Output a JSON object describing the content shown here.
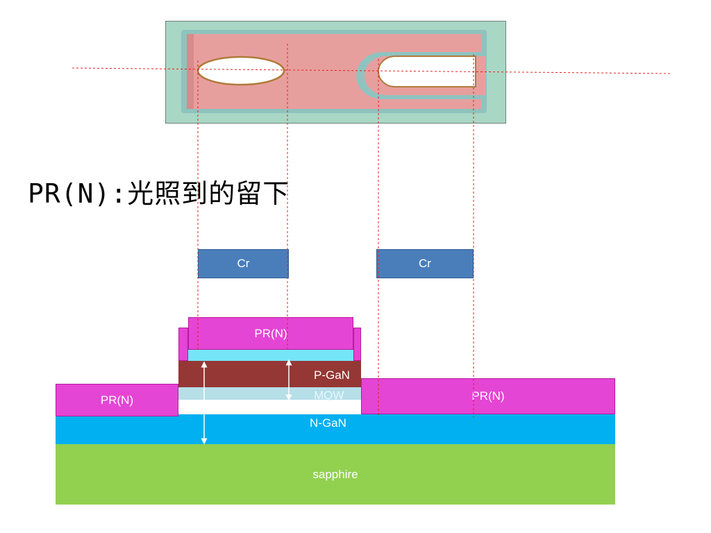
{
  "heading": "PR(N):光照到的留下",
  "masks": [
    {
      "label": "Cr"
    },
    {
      "label": "Cr"
    }
  ],
  "layers": {
    "pr_top": "PR(N)",
    "pr_left": "PR(N)",
    "pr_right": "PR(N)",
    "p_gan": "P-GaN",
    "mqw": "MQW",
    "n_gan": "N-GaN",
    "sapphire": "sapphire"
  },
  "colors": {
    "photoresist": "#e545d4",
    "cr_mask": "#4a7ebb",
    "p_gan": "#953735",
    "mqw": "#b6dfe8",
    "n_gan": "#00b0f0",
    "sapphire": "#92d050",
    "guide_line": "#e02020",
    "micro_bg": "#a8d6c4",
    "micro_pad": "#e9a0a0"
  }
}
